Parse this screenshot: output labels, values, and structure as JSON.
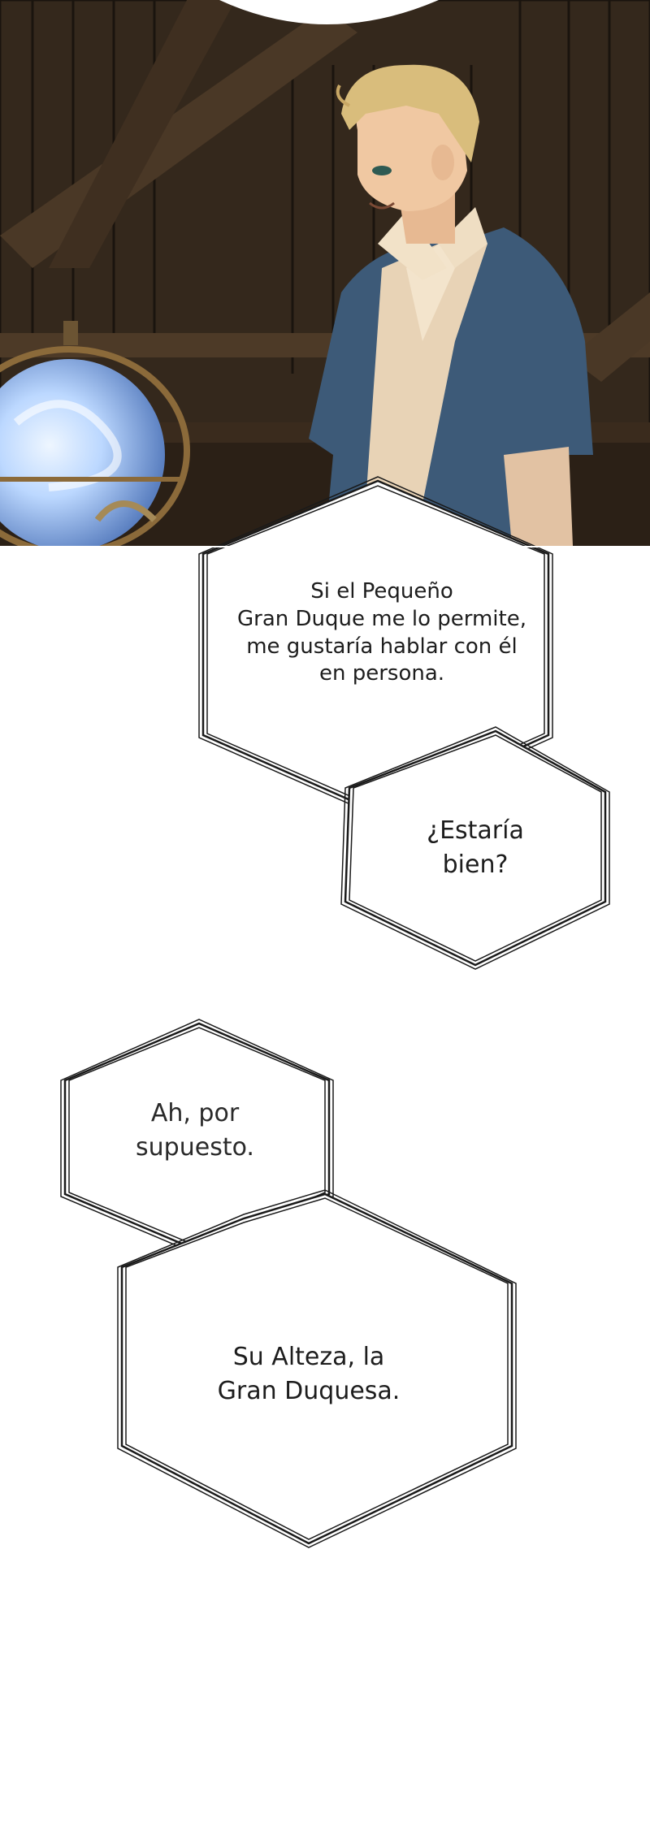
{
  "scene": {
    "description_icons": [
      "crystal-orb",
      "blond-man"
    ]
  },
  "dialogue": [
    {
      "lines": [
        "Si el Pequeño",
        "Gran Duque me lo permite,",
        "me gustaría hablar con él",
        "en persona."
      ]
    },
    {
      "lines": [
        "¿Estaría",
        "bien?"
      ]
    },
    {
      "lines": [
        "Ah, por",
        "supuesto."
      ]
    },
    {
      "lines": [
        "Su Alteza, la",
        "Gran Duquesa."
      ]
    }
  ],
  "colors": {
    "wood_dark": "#2a2118",
    "coat_blue": "#3d5a78",
    "orb_glow": "#bcd8ff",
    "hair": "#d9bd7c",
    "balloon_line": "#1a1a1a"
  }
}
